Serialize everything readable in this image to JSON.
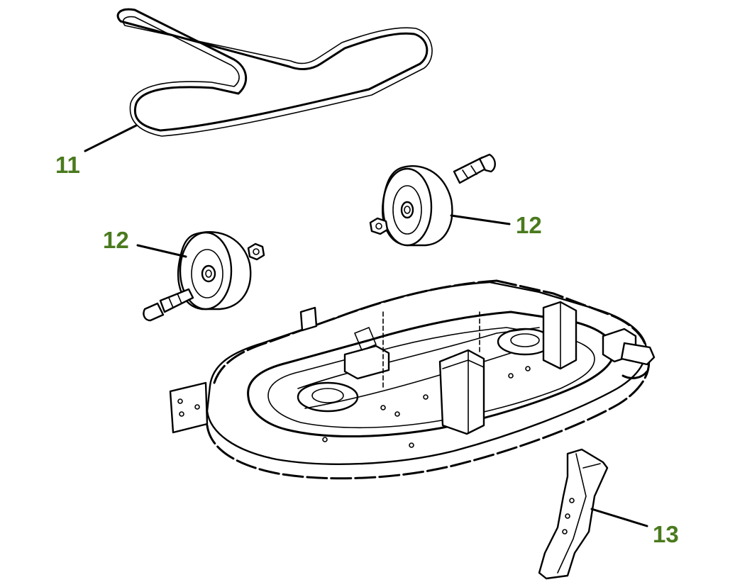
{
  "accent_color": "#4a7a1e",
  "line_color": "#000000",
  "callouts": [
    {
      "id": "belt",
      "number": "11",
      "icon": "drive-belt-icon"
    },
    {
      "id": "wheel-right",
      "number": "12",
      "icon": "gauge-wheel-icon"
    },
    {
      "id": "wheel-left",
      "number": "12",
      "icon": "gauge-wheel-icon"
    },
    {
      "id": "blade",
      "number": "13",
      "icon": "mower-blade-icon"
    }
  ],
  "deck": {
    "icon": "mower-deck-icon"
  }
}
